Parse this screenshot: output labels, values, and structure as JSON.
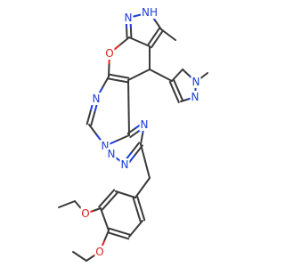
{
  "colors": {
    "carbon": "#3a3a3a",
    "nitrogen": "#1c3fd6",
    "oxygen": "#e0221a",
    "background": "#ffffff"
  },
  "atom_labels": {
    "n_ring1": "N",
    "nh": "NH",
    "o_pyran": "O",
    "n_pyr_a": "N",
    "n_pyr_b": "N",
    "n_pm1": "N",
    "n_pm2": "N",
    "n_tz1": "N",
    "n_tz2": "N",
    "n_tz3": "N",
    "o_ethoxy1": "O",
    "o_ethoxy2": "O"
  }
}
